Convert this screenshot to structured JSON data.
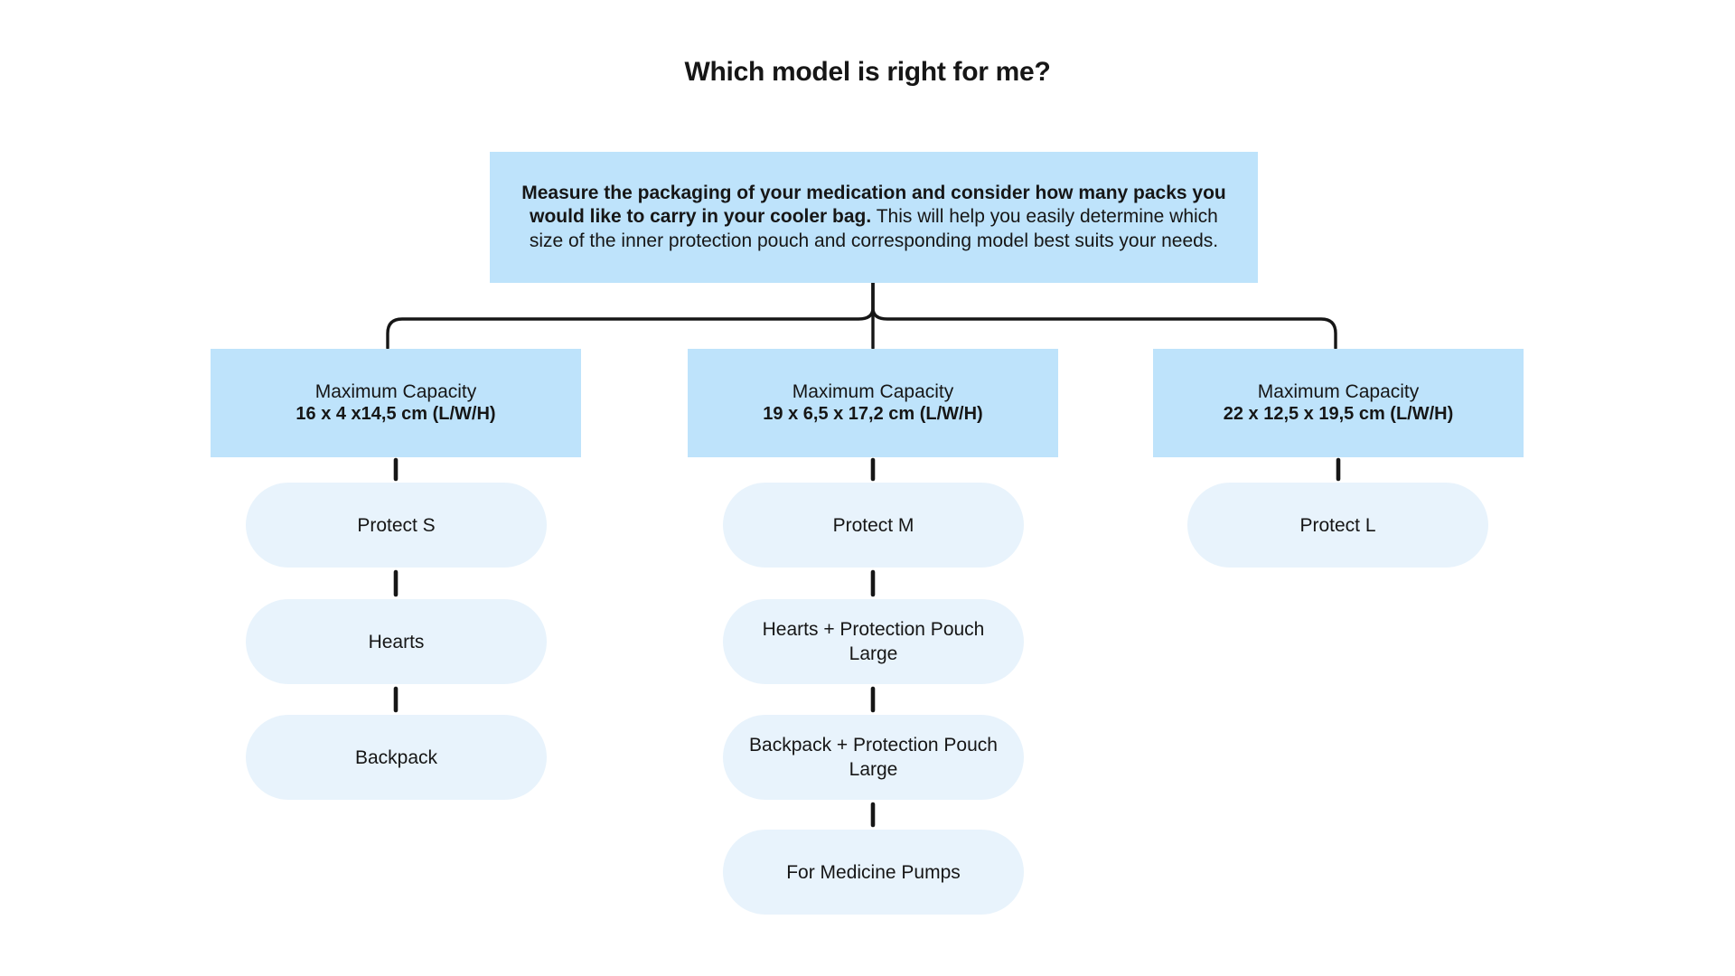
{
  "title": "Which model is right for me?",
  "intro": {
    "text_bold": "Measure the packaging of your medication and consider how many packs you would like to carry in your cooler bag.",
    "text_regular": "This will help you easily determine which size of the inner protection pouch and corresponding model best suits your needs."
  },
  "colors": {
    "box_blue": "#BEE3FB",
    "pill_blue": "#E8F3FC",
    "connector": "#161616",
    "text": "#161616"
  },
  "columns": [
    {
      "capacity_label": "Maximum Capacity",
      "capacity_dimensions": "16 x 4 x14,5 cm (L/W/H)",
      "models": [
        "Protect S",
        "Hearts",
        "Backpack"
      ]
    },
    {
      "capacity_label": "Maximum Capacity",
      "capacity_dimensions": "19 x 6,5 x 17,2 cm (L/W/H)",
      "models": [
        "Protect M",
        "Hearts + Protection Pouch Large",
        "Backpack + Protection Pouch Large",
        "For Medicine Pumps"
      ]
    },
    {
      "capacity_label": "Maximum Capacity",
      "capacity_dimensions": "22 x 12,5 x 19,5 cm (L/W/H)",
      "models": [
        "Protect L"
      ]
    }
  ]
}
